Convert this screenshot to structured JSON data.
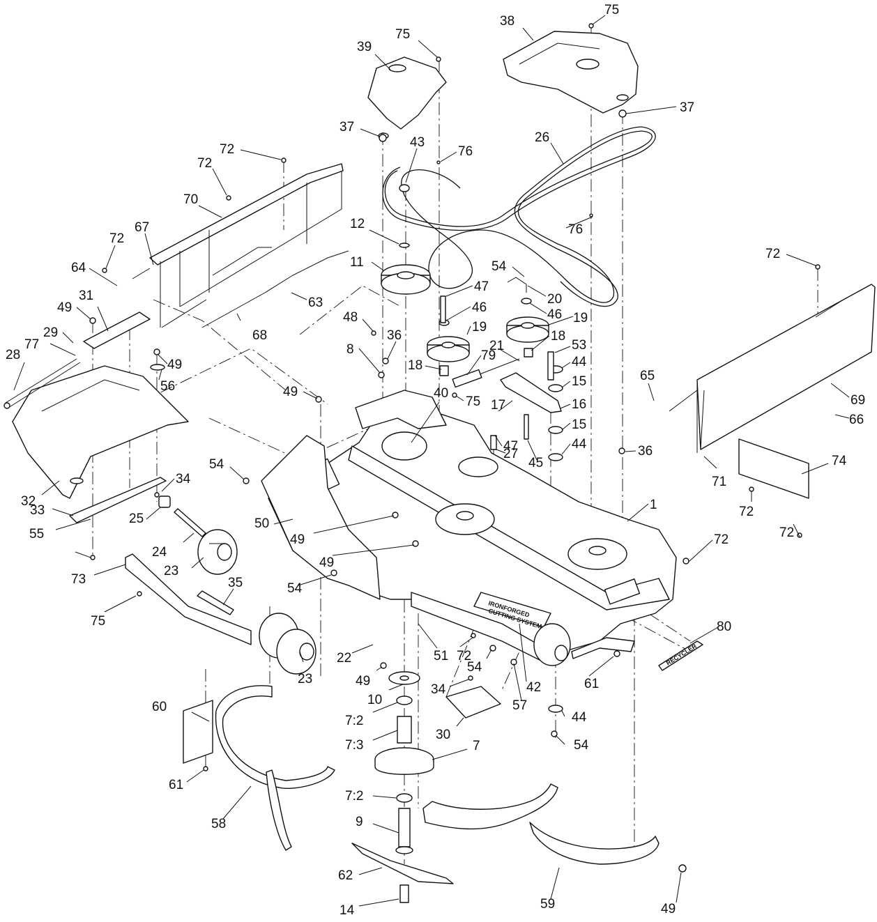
{
  "diagram": {
    "decal_brand": "IRONFORGED",
    "decal_subtitle": "CUTTING SYSTEM",
    "recycler_label": "RECYCLER"
  },
  "callouts": [
    {
      "id": "c1",
      "text": "75"
    },
    {
      "id": "c2",
      "text": "38"
    },
    {
      "id": "c3",
      "text": "75"
    },
    {
      "id": "c4",
      "text": "39"
    },
    {
      "id": "c5",
      "text": "37"
    },
    {
      "id": "c6",
      "text": "37"
    },
    {
      "id": "c7",
      "text": "43"
    },
    {
      "id": "c8",
      "text": "76"
    },
    {
      "id": "c9",
      "text": "26"
    },
    {
      "id": "c10",
      "text": "72"
    },
    {
      "id": "c11",
      "text": "72"
    },
    {
      "id": "c12",
      "text": "70"
    },
    {
      "id": "c13",
      "text": "76"
    },
    {
      "id": "c14",
      "text": "12"
    },
    {
      "id": "c15",
      "text": "67"
    },
    {
      "id": "c16",
      "text": "72"
    },
    {
      "id": "c17",
      "text": "11"
    },
    {
      "id": "c18",
      "text": "64"
    },
    {
      "id": "c19",
      "text": "54"
    },
    {
      "id": "c20",
      "text": "72"
    },
    {
      "id": "c21",
      "text": "49"
    },
    {
      "id": "c22",
      "text": "31"
    },
    {
      "id": "c23",
      "text": "63"
    },
    {
      "id": "c24",
      "text": "47"
    },
    {
      "id": "c25",
      "text": "20"
    },
    {
      "id": "c26",
      "text": "46"
    },
    {
      "id": "c27",
      "text": "46"
    },
    {
      "id": "c28",
      "text": "19"
    },
    {
      "id": "c29",
      "text": "19"
    },
    {
      "id": "c30",
      "text": "48"
    },
    {
      "id": "c31",
      "text": "29"
    },
    {
      "id": "c32",
      "text": "68"
    },
    {
      "id": "c33",
      "text": "36"
    },
    {
      "id": "c34",
      "text": "77"
    },
    {
      "id": "c35",
      "text": "18"
    },
    {
      "id": "c36",
      "text": "53"
    },
    {
      "id": "c37",
      "text": "8"
    },
    {
      "id": "c38",
      "text": "28"
    },
    {
      "id": "c39",
      "text": "49"
    },
    {
      "id": "c40",
      "text": "21"
    },
    {
      "id": "c41",
      "text": "79"
    },
    {
      "id": "c42",
      "text": "56"
    },
    {
      "id": "c43",
      "text": "18"
    },
    {
      "id": "c44",
      "text": "44"
    },
    {
      "id": "c45",
      "text": "15"
    },
    {
      "id": "c46",
      "text": "49"
    },
    {
      "id": "c47",
      "text": "40"
    },
    {
      "id": "c48",
      "text": "75"
    },
    {
      "id": "c49",
      "text": "17"
    },
    {
      "id": "c50",
      "text": "65"
    },
    {
      "id": "c51",
      "text": "69"
    },
    {
      "id": "c52",
      "text": "16"
    },
    {
      "id": "c53",
      "text": "47"
    },
    {
      "id": "c54",
      "text": "15"
    },
    {
      "id": "c55",
      "text": "66"
    },
    {
      "id": "c56",
      "text": "27"
    },
    {
      "id": "c57",
      "text": "44"
    },
    {
      "id": "c58",
      "text": "45"
    },
    {
      "id": "c59",
      "text": "36"
    },
    {
      "id": "c60",
      "text": "54"
    },
    {
      "id": "c61",
      "text": "74"
    },
    {
      "id": "c62",
      "text": "34"
    },
    {
      "id": "c63",
      "text": "71"
    },
    {
      "id": "c64",
      "text": "32"
    },
    {
      "id": "c65",
      "text": "72"
    },
    {
      "id": "c66",
      "text": "1"
    },
    {
      "id": "c67",
      "text": "33"
    },
    {
      "id": "c68",
      "text": "25"
    },
    {
      "id": "c69",
      "text": "72"
    },
    {
      "id": "c70",
      "text": "72"
    },
    {
      "id": "c71",
      "text": "50"
    },
    {
      "id": "c72",
      "text": "55"
    },
    {
      "id": "c73",
      "text": "24"
    },
    {
      "id": "c74",
      "text": "49"
    },
    {
      "id": "c75",
      "text": "49"
    },
    {
      "id": "c76",
      "text": "23"
    },
    {
      "id": "c77",
      "text": "73"
    },
    {
      "id": "c78",
      "text": "54"
    },
    {
      "id": "c79",
      "text": "35"
    },
    {
      "id": "c80",
      "text": "75"
    },
    {
      "id": "c81",
      "text": "80"
    },
    {
      "id": "c82",
      "text": "51"
    },
    {
      "id": "c83",
      "text": "72"
    },
    {
      "id": "c84",
      "text": "42"
    },
    {
      "id": "c85",
      "text": "22"
    },
    {
      "id": "c86",
      "text": "54"
    },
    {
      "id": "c87",
      "text": "61"
    },
    {
      "id": "c88",
      "text": "23"
    },
    {
      "id": "c89",
      "text": "49"
    },
    {
      "id": "c90",
      "text": "34"
    },
    {
      "id": "c91",
      "text": "10"
    },
    {
      "id": "c92",
      "text": "57"
    },
    {
      "id": "c93",
      "text": "60"
    },
    {
      "id": "c94",
      "text": "7:2"
    },
    {
      "id": "c95",
      "text": "30"
    },
    {
      "id": "c96",
      "text": "44"
    },
    {
      "id": "c97",
      "text": "7:3"
    },
    {
      "id": "c98",
      "text": "54"
    },
    {
      "id": "c99",
      "text": "7"
    },
    {
      "id": "c100",
      "text": "61"
    },
    {
      "id": "c101",
      "text": "7:2"
    },
    {
      "id": "c102",
      "text": "58"
    },
    {
      "id": "c103",
      "text": "9"
    },
    {
      "id": "c104",
      "text": "62"
    },
    {
      "id": "c105",
      "text": "59"
    },
    {
      "id": "c106",
      "text": "14"
    },
    {
      "id": "c107",
      "text": "49"
    }
  ]
}
